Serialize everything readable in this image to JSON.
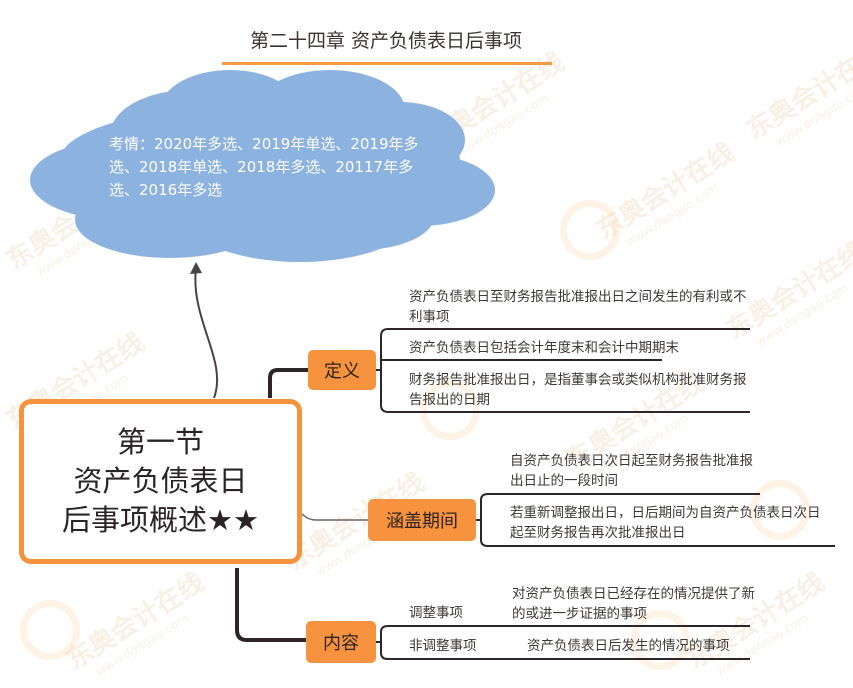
{
  "header": {
    "title": "第二十四章 资产负债表日后事项"
  },
  "cloud": {
    "text": "考情：2020年多选、2019年单选、2019年多选、2018年单选、2018年多选、20117年多选、2016年多选",
    "color": "#8cb2e0"
  },
  "root": {
    "line1": "第一节",
    "line2": "资产负债表日",
    "line3": "后事项概述★★",
    "border_color": "#f5923e"
  },
  "branches": [
    {
      "label": "定义",
      "children": [
        {
          "text": "资产负债表日至财务报告批准报出日之间发生的有利或不利事项"
        },
        {
          "text": "资产负债表日包括会计年度末和会计中期期末"
        },
        {
          "text": "财务报告批准报出日，是指董事会或类似机构批准财务报告报出的日期"
        }
      ]
    },
    {
      "label": "涵盖期间",
      "children": [
        {
          "text": "自资产负债表日次日起至财务报告批准报出日止的一段时间"
        },
        {
          "text": "若重新调整报出日，日后期间为自资产负债表日次日起至财务报告再次批准报出日"
        }
      ]
    },
    {
      "label": "内容",
      "children": [
        {
          "label": "调整事项",
          "detail": "对资产负债表日已经存在的情况提供了新的或进一步证据的事项"
        },
        {
          "label": "非调整事项",
          "detail": "资产负债表日后发生的情况的事项"
        }
      ]
    }
  ],
  "watermark": {
    "brand": "东奥会计在线",
    "url": "www.dongao.com"
  },
  "colors": {
    "accent": "#f7923e",
    "line": "#2c2628",
    "cloud": "#8cb2e0"
  }
}
